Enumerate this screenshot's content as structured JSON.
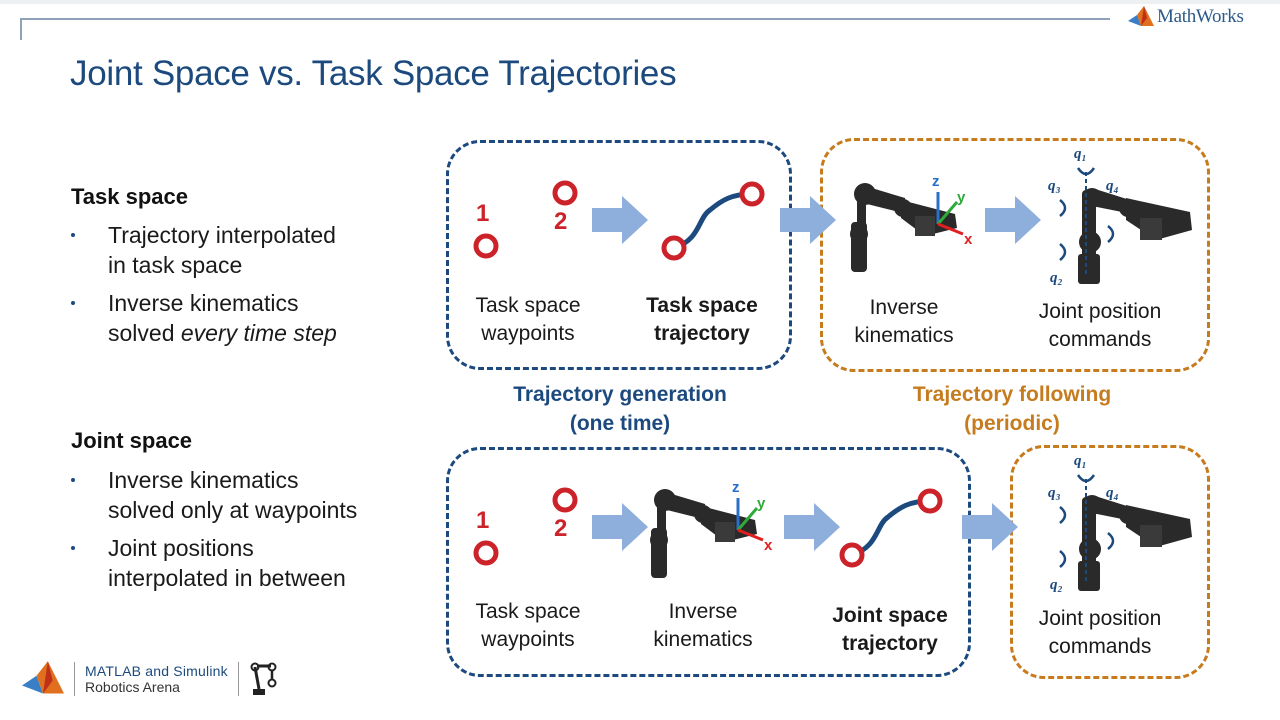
{
  "header": {
    "title": "Joint Space vs. Task Space Trajectories",
    "brand": "MathWorks",
    "brand_logo": "matlab-membrane-icon"
  },
  "left": {
    "task_space": {
      "heading": "Task space",
      "bullets": [
        {
          "line1": "Trajectory interpolated",
          "line2": "in task space"
        },
        {
          "line1": "Inverse kinematics",
          "line2_plain": "solved ",
          "line2_italic": "every time step"
        }
      ]
    },
    "joint_space": {
      "heading": "Joint space",
      "bullets": [
        {
          "line1": "Inverse kinematics",
          "line2": "solved only at waypoints"
        },
        {
          "line1": "Joint positions",
          "line2": "interpolated in between"
        }
      ]
    }
  },
  "diagram": {
    "colors": {
      "generation": "#1c4a7e",
      "following": "#c67b1e",
      "waypoint": "#cc2229",
      "arrow": "#8eaedb",
      "axis_x": "#e02020",
      "axis_y": "#2eaa3a",
      "axis_z": "#2a6fc9",
      "joint_annot": "#1c4a7e"
    },
    "top_row": {
      "waypoint_labels": [
        "1",
        "2"
      ],
      "waypoints_caption": [
        "Task space",
        "waypoints"
      ],
      "trajectory_caption": [
        "Task space",
        "trajectory"
      ],
      "ik_caption": [
        "Inverse",
        "kinematics"
      ],
      "joint_cmd_caption": [
        "Joint position",
        "commands"
      ],
      "axes": {
        "x": "x",
        "y": "y",
        "z": "z"
      },
      "joints": [
        "q1",
        "q2",
        "q3",
        "q4"
      ]
    },
    "group_labels": {
      "generation": [
        "Trajectory generation",
        "(one time)"
      ],
      "following": [
        "Trajectory following",
        "(periodic)"
      ]
    },
    "bottom_row": {
      "waypoint_labels": [
        "1",
        "2"
      ],
      "waypoints_caption": [
        "Task space",
        "waypoints"
      ],
      "ik_caption": [
        "Inverse",
        "kinematics"
      ],
      "trajectory_caption": [
        "Joint space",
        "trajectory"
      ],
      "joint_cmd_caption": [
        "Joint position",
        "commands"
      ],
      "axes": {
        "x": "x",
        "y": "y",
        "z": "z"
      },
      "joints": [
        "q1",
        "q2",
        "q3",
        "q4"
      ]
    }
  },
  "footer": {
    "line1": "MATLAB and Simulink",
    "line2": "Robotics Arena",
    "robot_icon": "robot-arm-icon"
  }
}
